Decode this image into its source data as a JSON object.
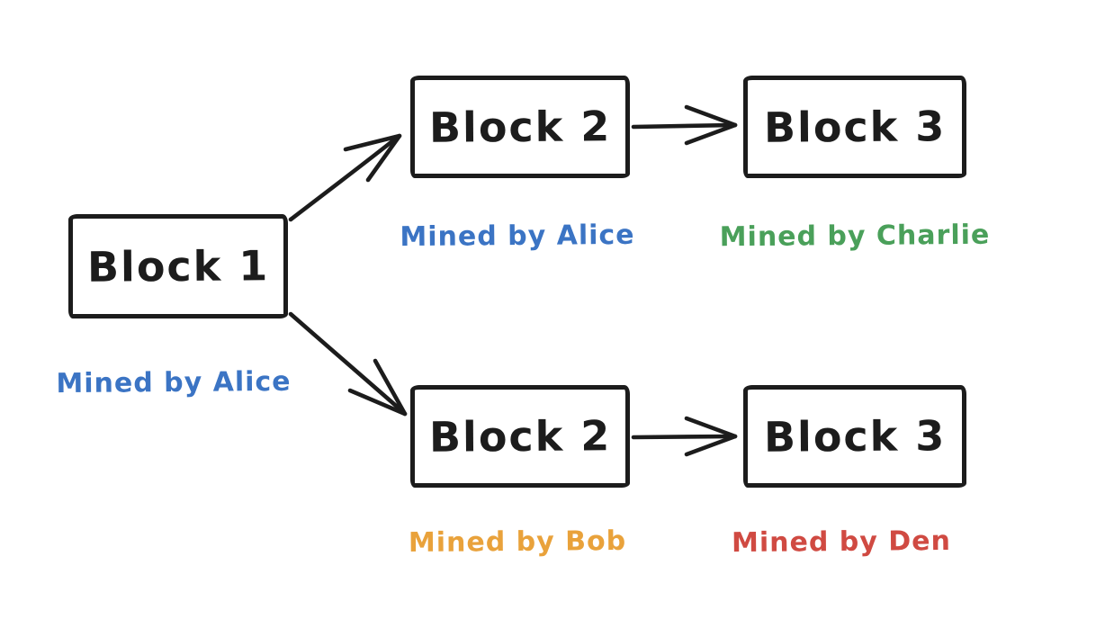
{
  "canvas": {
    "background": "#ffffff",
    "ink_color": "#1c1c1c"
  },
  "blocks": {
    "block1": {
      "label": "Block 1",
      "miner": "Mined by Alice",
      "miner_color": "#3b74c4"
    },
    "block2_top": {
      "label": "Block 2",
      "miner": "Mined by Alice",
      "miner_color": "#3b74c4"
    },
    "block3_top": {
      "label": "Block 3",
      "miner": "Mined by Charlie",
      "miner_color": "#4aa05a"
    },
    "block2_bottom": {
      "label": "Block 2",
      "miner": "Mined by Bob",
      "miner_color": "#e9a23b"
    },
    "block3_bottom": {
      "label": "Block 3",
      "miner": "Mined by Den",
      "miner_color": "#d04a42"
    }
  },
  "edges": [
    {
      "from": "Block 1 (genesis)",
      "to": "Block 2 (top fork)"
    },
    {
      "from": "Block 1 (genesis)",
      "to": "Block 2 (bottom fork)"
    },
    {
      "from": "Block 2 (top fork)",
      "to": "Block 3 (top fork)"
    },
    {
      "from": "Block 2 (bottom fork)",
      "to": "Block 3 (bottom fork)"
    }
  ],
  "palette": {
    "alice_blue": "#3b74c4",
    "charlie_green": "#4aa05a",
    "bob_orange": "#e9a23b",
    "den_red": "#d04a42"
  }
}
